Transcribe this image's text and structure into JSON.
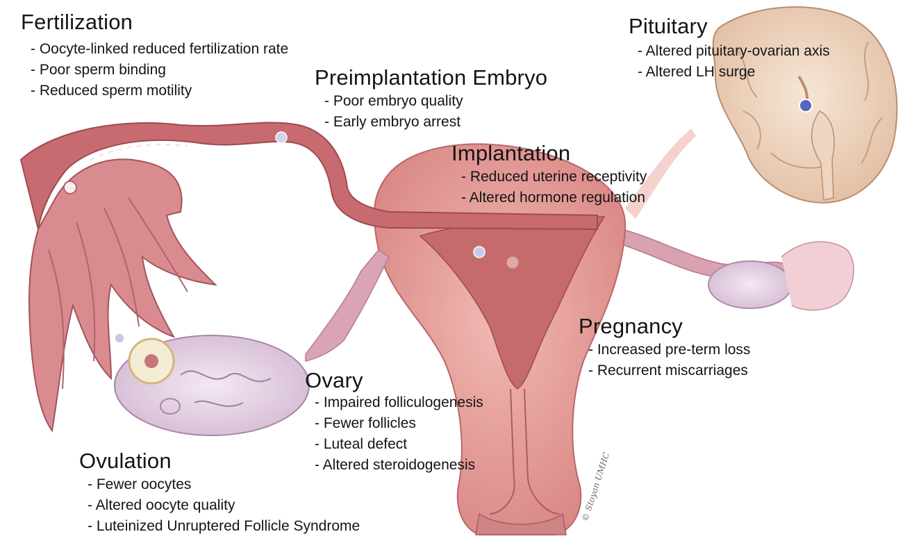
{
  "colors": {
    "uterus": "#e9a39f",
    "uterus_dark": "#b85a5a",
    "tube": "#c7686b",
    "ovary": "#eadcea",
    "brain": "#f2dcc8",
    "text": "#141414"
  },
  "sections": {
    "pituitary": {
      "title": "Pituitary",
      "items": [
        "- Altered pituitary-ovarian axis",
        "- Altered LH surge"
      ]
    },
    "fertilization": {
      "title": "Fertilization",
      "items": [
        "- Oocyte-linked reduced fertilization rate",
        "- Poor sperm binding",
        "- Reduced sperm motility"
      ]
    },
    "preimplantation": {
      "title": "Preimplantation Embryo",
      "items": [
        "- Poor embryo quality",
        "- Early embryo arrest"
      ]
    },
    "implantation": {
      "title": "Implantation",
      "items": [
        "- Reduced uterine receptivity",
        "- Altered hormone regulation"
      ]
    },
    "pregnancy": {
      "title": "Pregnancy",
      "items": [
        "- Increased pre-term loss",
        "- Recurrent miscarriages"
      ]
    },
    "ovary": {
      "title": "Ovary",
      "items": [
        "- Impaired folliculogenesis",
        "- Fewer follicles",
        "- Luteal defect",
        "- Altered steroidogenesis"
      ]
    },
    "ovulation": {
      "title": "Ovulation",
      "items": [
        "- Fewer oocytes",
        "- Altered oocyte quality",
        "- Luteinized Unruptered Follicle Syndrome"
      ]
    }
  },
  "signature": "© Stoyan UMHC"
}
